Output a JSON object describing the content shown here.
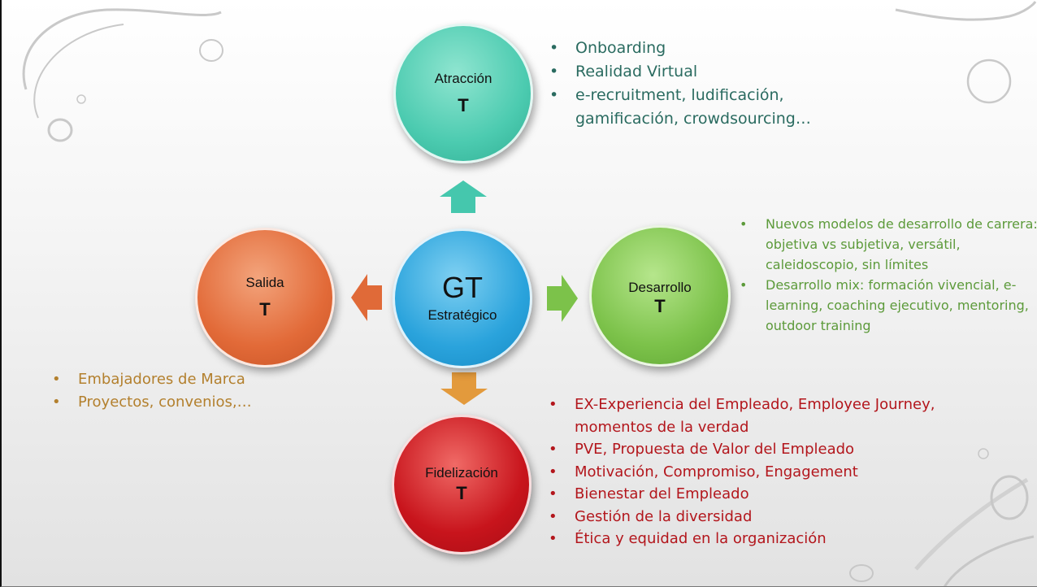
{
  "diagram": {
    "center": {
      "title": "GT",
      "subtitle": "Estratégico"
    },
    "atraccion": {
      "label": "Atracción",
      "marker": "T"
    },
    "desarrollo": {
      "label": "Desarrollo",
      "marker": "T"
    },
    "fidelizacion": {
      "label": "Fidelización",
      "marker": "T"
    },
    "salida": {
      "label": "Salida",
      "marker": "T"
    }
  },
  "lists": {
    "atraccion": [
      "Onboarding",
      "Realidad Virtual",
      "e-recruitment, ludificación, gamificación, crowdsourcing…"
    ],
    "desarrollo": [
      "Nuevos modelos de desarrollo de carrera: objetiva vs subjetiva, versátil, caleidoscopio, sin límites",
      "Desarrollo mix: formación vivencial, e-learning, coaching ejecutivo, mentoring, outdoor training"
    ],
    "fidelizacion": [
      "EX-Experiencia del Empleado, Employee Journey, momentos de la verdad",
      "PVE, Propuesta de Valor del Empleado",
      "Motivación, Compromiso, Engagement",
      "Bienestar del Empleado",
      "Gestión de la diversidad",
      "Ética y equidad en la organización"
    ],
    "salida": [
      "Embajadores de Marca",
      "Proyectos, convenios,…"
    ]
  },
  "colors": {
    "center": "#2aa3dc",
    "atraccion": "#4ccbb0",
    "desarrollo": "#7cc24a",
    "fidelizacion": "#c8141c",
    "salida": "#e26a38",
    "text_atraccion": "#2a6b60",
    "text_desarrollo": "#5c9a3a",
    "text_fidelizacion": "#b3161c",
    "text_salida": "#b3802e",
    "arrow_up": "#45c7ad",
    "arrow_right": "#7cc24a",
    "arrow_down": "#e39a3c",
    "arrow_left": "#e06a38"
  }
}
